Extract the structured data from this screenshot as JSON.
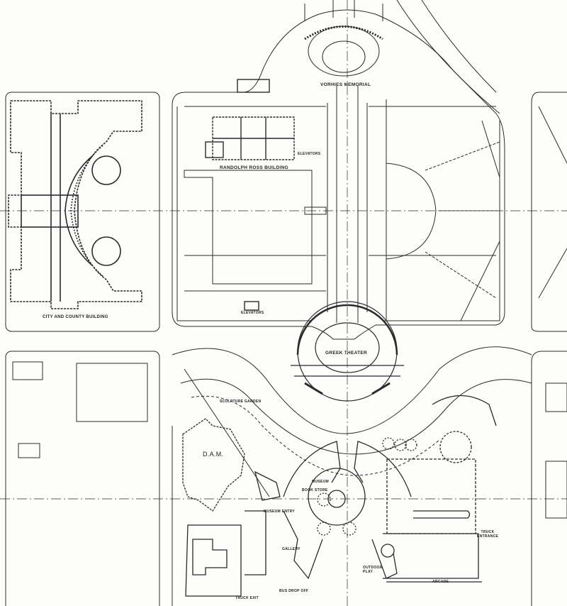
{
  "labels": {
    "vorhies_memorial": "VORHIES MEMORIAL",
    "randolph_ross_building": "RANDOLPH ROSS BUILDING",
    "elevators_top": "ELEVATORS",
    "elevators_bottom": "ELEVATORS",
    "greek_theater": "GREEK THEATER",
    "city_and_county_building": "CITY AND COUNTY BUILDING",
    "sculpture_garden": "SCULPTURE GARDEN",
    "dam": "D.A.M.",
    "museum_entry": "MUSEUM ENTRY",
    "gallery": "GALLERY",
    "museum": "MUSEUM",
    "book_store": "BOOK STORE",
    "truck_entrance": "TRUCK ENTRANCE",
    "arcade": "ARCADE",
    "outdoor_play": "OUTDOOR PLAY",
    "bus_drop_off": "BUS DROP OFF",
    "truck_exit": "TRUCK EXIT"
  },
  "colors": {
    "ink": "#2a2a2a",
    "paper": "#fdfdfb"
  }
}
